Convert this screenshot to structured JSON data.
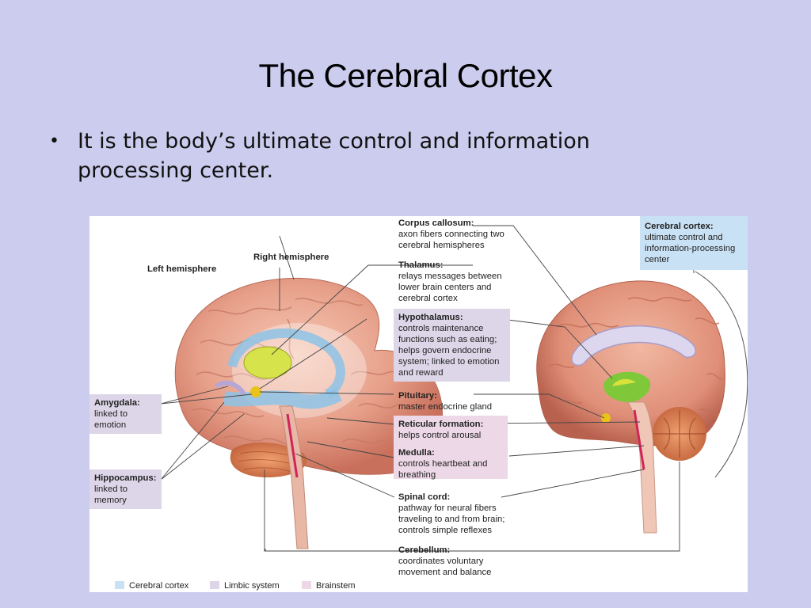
{
  "slide": {
    "title": "The Cerebral Cortex",
    "bullet": "It is the body’s ultimate control and information processing center."
  },
  "figure": {
    "hemisphere_labels": {
      "left": "Left hemisphere",
      "right": "Right hemisphere"
    },
    "callouts": {
      "corpus_callosum": {
        "title": "Corpus callosum:",
        "text": "axon fibers connecting two cerebral hemispheres"
      },
      "thalamus": {
        "title": "Thalamus:",
        "text": "relays messages between lower brain centers and cerebral cortex"
      },
      "hypothalamus": {
        "title": "Hypothalamus:",
        "text": "controls maintenance functions such as eating; helps govern endocrine system; linked to emotion and reward"
      },
      "pituitary": {
        "title": "Pituitary:",
        "text": "master endocrine gland"
      },
      "reticular": {
        "title": "Reticular formation:",
        "text": "helps control arousal"
      },
      "medulla": {
        "title": "Medulla:",
        "text": "controls heartbeat and breathing"
      },
      "spinal_cord": {
        "title": "Spinal cord:",
        "text": "pathway for neural fibers traveling to and from brain; controls simple reflexes"
      },
      "cerebellum": {
        "title": "Cerebellum:",
        "text": "coordinates voluntary movement and balance"
      },
      "cerebral_cortex": {
        "title": "Cerebral cortex:",
        "text": "ultimate control and information-processing center"
      },
      "amygdala": {
        "title": "Amygdala:",
        "text": "linked to emotion"
      },
      "hippocampus": {
        "title": "Hippocampus:",
        "text": "linked to memory"
      }
    },
    "legend": [
      {
        "label": "Cerebral cortex",
        "color": "#c9e1f4"
      },
      {
        "label": "Limbic system",
        "color": "#dcd6e8"
      },
      {
        "label": "Brainstem",
        "color": "#ecd8e6"
      }
    ]
  }
}
